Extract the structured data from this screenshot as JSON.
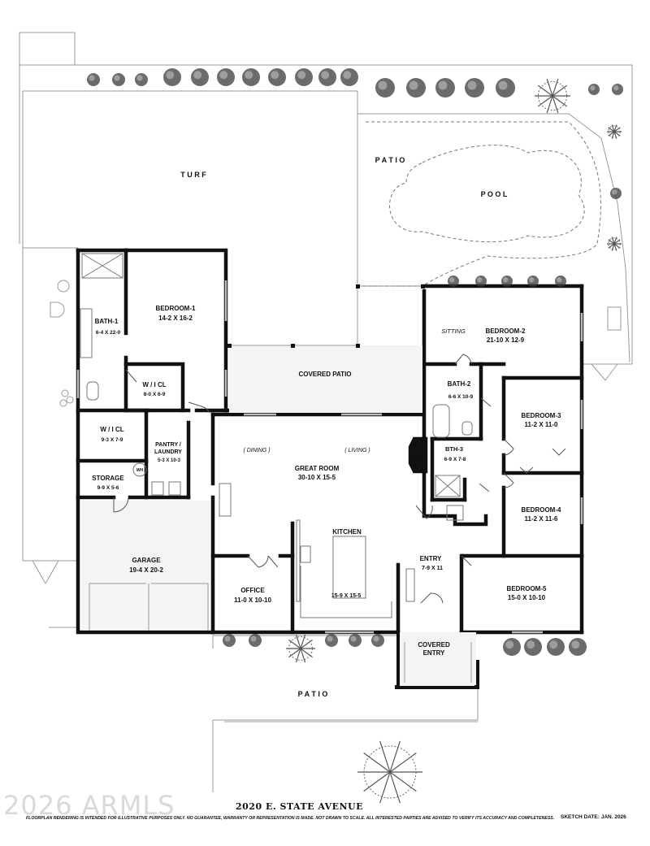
{
  "outdoor": {
    "turf": "T U R F",
    "patio_rear": "P A T I O",
    "pool": "P O O L",
    "patio_front": "P A T I O"
  },
  "rooms": {
    "bedroom1": {
      "name": "BEDROOM-1",
      "size": "14-2  X  16-2"
    },
    "bath1": {
      "name": "BATH-1",
      "size": "6-4 X 22-0"
    },
    "wic1": {
      "name": "W / I  CL",
      "size": "8-0 X 6-9"
    },
    "wic2": {
      "name": "W / I  CL",
      "size": "9-3 X 7-9"
    },
    "pantry": {
      "name1": "PANTRY /",
      "name2": "LAUNDRY",
      "size": "5-3 X 10-3"
    },
    "storage": {
      "name": "STORAGE",
      "size": "9-9 X 5-6"
    },
    "wh": "WH",
    "garage": {
      "name": "GARAGE",
      "size": "19-4 X 20-2"
    },
    "covered_patio": {
      "name": "COVERED PATIO"
    },
    "great_room": {
      "name": "GREAT ROOM",
      "size": "30-10  X  15-5",
      "dining": "( DINING )",
      "living": "( LIVING )"
    },
    "kitchen": {
      "name": "KITCHEN",
      "size": "15-9 X 15-5"
    },
    "office": {
      "name": "OFFICE",
      "size": "11-0 X 10-10"
    },
    "entry": {
      "name": "ENTRY",
      "size": "7-9 X 11"
    },
    "covered_entry": {
      "name1": "COVERED",
      "name2": "ENTRY"
    },
    "bedroom2": {
      "name": "BEDROOM-2",
      "size": "21-10 X 12-9",
      "sitting": "SITTING"
    },
    "bath2": {
      "name": "BATH-2",
      "size": "6-6 X 10-9"
    },
    "bth3": {
      "name": "BTH-3",
      "size": "6-9 X 7-8"
    },
    "fp": "FP",
    "bedroom3": {
      "name": "BEDROOM-3",
      "size": "11-2  X  11-0"
    },
    "bedroom4": {
      "name": "BEDROOM-4",
      "size": "11-2  X  11-6"
    },
    "bedroom5": {
      "name": "BEDROOM-5",
      "size": "15-0 X 10-10"
    }
  },
  "footer": {
    "watermark": "2026 ARMLS",
    "address": "2020  E. STATE AVENUE",
    "disclaimer": "FLOORPLAN RENDERING IS INTENDED FOR ILLUSTRATIVE PURPOSES ONLY.  NO GUARANTEE, WARRANTY OR REPRESENTATION IS MADE.  NOT DRAWN TO SCALE.  ALL INTERESTED PARTIES ARE ADVISED TO VERIFY ITS ACCURACY AND COMPLETENESS.",
    "sketch_date": "SKETCH DATE:  JAN. 2026"
  },
  "colors": {
    "wall": "#111111",
    "lines": "#9a9a9a",
    "shade": "#f2f2f2",
    "shrub": "#3a3a3a"
  }
}
